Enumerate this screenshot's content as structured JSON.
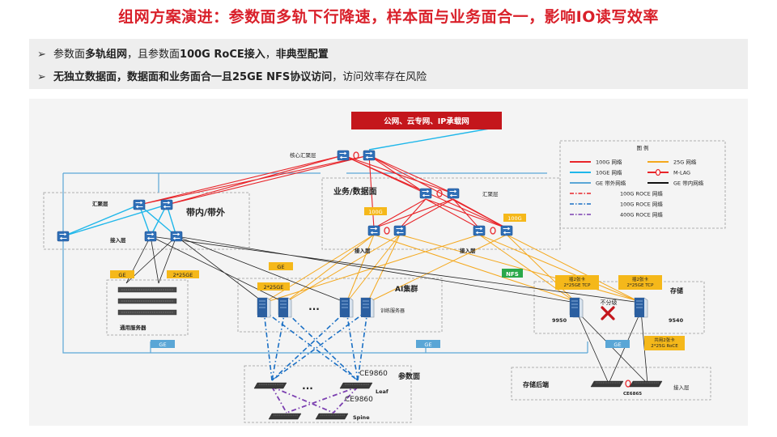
{
  "title": "组网方案演进：参数面多轨下行降速，样本面与业务面合一，影响IO读写效率",
  "bullets": [
    {
      "p1": "参数面",
      "b1": "多轨组网",
      "p2": "，且参数面",
      "b2": "100G RoCE接入",
      "p3": "，",
      "b3": "非典型配置"
    },
    {
      "b1": "无独立数据面，数据面和业务面合一且25GE NFS协议访问",
      "p2": "，访问效率存在风险"
    }
  ],
  "diagram": {
    "top_banner": "公网、云专网、IP承载网",
    "core_layer": "核心汇聚层",
    "left_region": "带内/带外",
    "left_agg": "汇聚层",
    "left_access": "接入层",
    "biz_region": "业务/数据面",
    "biz_agg": "汇聚层",
    "biz_access_1": "接入层",
    "biz_access_2": "接入层",
    "tag_100g_1": "100G",
    "tag_100g_2": "100G",
    "ge_tag_1": "GE",
    "tag_2x25ge_1": "2*25GE",
    "ge_tag_2": "GE",
    "tag_2x25ge_2": "2*25GE",
    "nfs_tag": "NFS",
    "general_server": "通用服务器",
    "ai_cluster": "AI集群",
    "training_server": "训练服务器",
    "ellipsis": "···",
    "storage_title": "存储",
    "card_1": "插2张卡\n2*25GE TCP",
    "card_2": "插2张卡\n2*25GE TCP",
    "no_tier": "不分级",
    "model_9950": "9950",
    "model_9540": "9540",
    "ge_tag_3": "GE",
    "ge_tag_4": "GE",
    "ge_tag_5": "GE",
    "shared_card": "共用2张卡\n2*25G RoCE",
    "param_region": "参数面",
    "ce9860_a": "CE9860",
    "ce9860_b": "CE9860",
    "leaf": "Leaf",
    "spine": "Spine",
    "storage_backend": "存储后端",
    "ce6865": "CE6865",
    "backend_access": "接入层",
    "legend": {
      "title": "图 例",
      "items": [
        {
          "label": "100G 网络",
          "color": "#e8252a"
        },
        {
          "label": "25G 网络",
          "color": "#f4a81d"
        },
        {
          "label": "10GE 网络",
          "color": "#1fb7ea"
        },
        {
          "label": "M-LAG",
          "color": "#e8252a"
        },
        {
          "label": "GE 带外网络",
          "color": "#5aa6d6"
        },
        {
          "label": "GE 带内网络",
          "color": "#111111"
        },
        {
          "label": "100G ROCE 网络",
          "color": "#e8252a"
        },
        {
          "label": "100G ROCE 网络",
          "color": "#1a6fc4"
        },
        {
          "label": "400G ROCE 网络",
          "color": "#7b3fb0"
        }
      ]
    }
  },
  "colors": {
    "title_red": "#d9202a",
    "banner_red": "#c4161c",
    "tag_yellow": "#f5b81a",
    "nfs_green": "#2aa84a",
    "ge_blue": "#5aa6d6"
  }
}
